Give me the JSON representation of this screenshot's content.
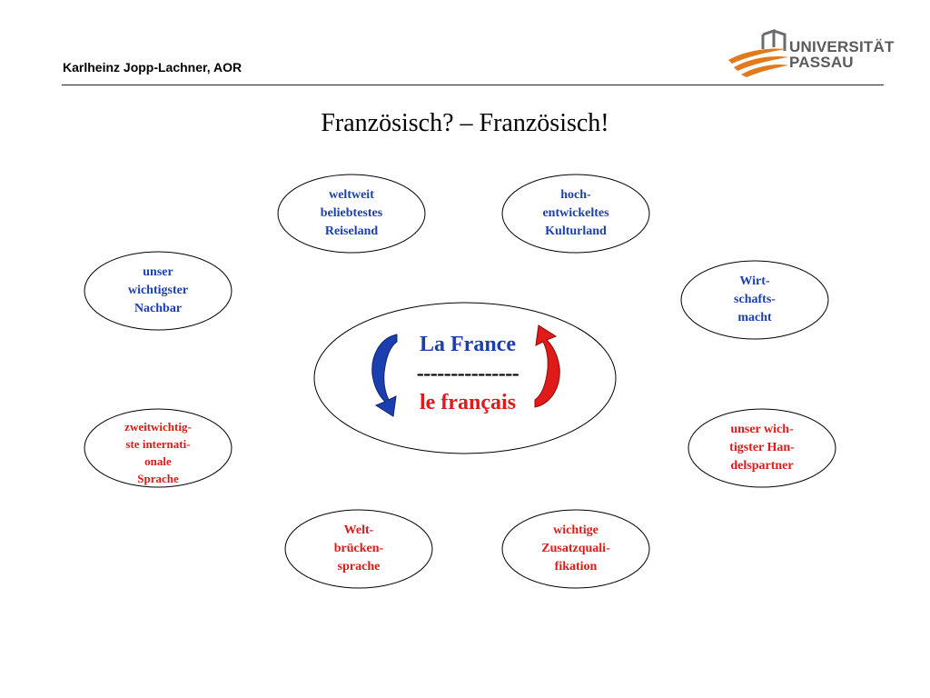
{
  "header": {
    "author": "Karlheinz Jopp-Lachner, AOR",
    "logo_line1": "UNIVERSITÄT",
    "logo_line2": "PASSAU"
  },
  "title": "Französisch? – Französisch!",
  "center": {
    "line1": "La France",
    "line2": "---------------",
    "line3": "le français"
  },
  "bubbles": {
    "reiseland": [
      "weltweit",
      "beliebtestes",
      "Reiseland"
    ],
    "kulturland": [
      "hoch-",
      "entwickeltes",
      "Kulturland"
    ],
    "nachbar": [
      "unser",
      "wichtigster",
      "Nachbar"
    ],
    "wirtschaft": [
      "Wirt-",
      "schafts-",
      "macht"
    ],
    "sprache": [
      "zweitwichtig-",
      "ste internati-",
      "onale",
      "Sprache"
    ],
    "handel": [
      "unser wich-",
      "tigster Han-",
      "delspartner"
    ],
    "welt": [
      "Welt-",
      "brücken-",
      "sprache"
    ],
    "zusatz": [
      "wichtige",
      "Zusatzquali-",
      "fikation"
    ]
  },
  "colors": {
    "blue": "#1b3fae",
    "red": "#e01919",
    "logo_orange": "#e07a1c",
    "logo_gray": "#6b6b6b"
  }
}
